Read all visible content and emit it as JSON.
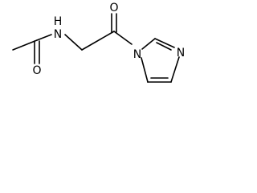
{
  "molecule": {
    "atoms": {
      "amide_nitrogen": {
        "symbol": "N",
        "hydrogen": "H"
      },
      "acetyl_oxygen": "O",
      "ketone_oxygen": "O",
      "ring_nitrogen_substituted": "N",
      "ring_nitrogen_pyridine_like": "N"
    },
    "colors": {
      "bond": "#000000",
      "label": "#000000",
      "background": "#ffffff"
    }
  }
}
